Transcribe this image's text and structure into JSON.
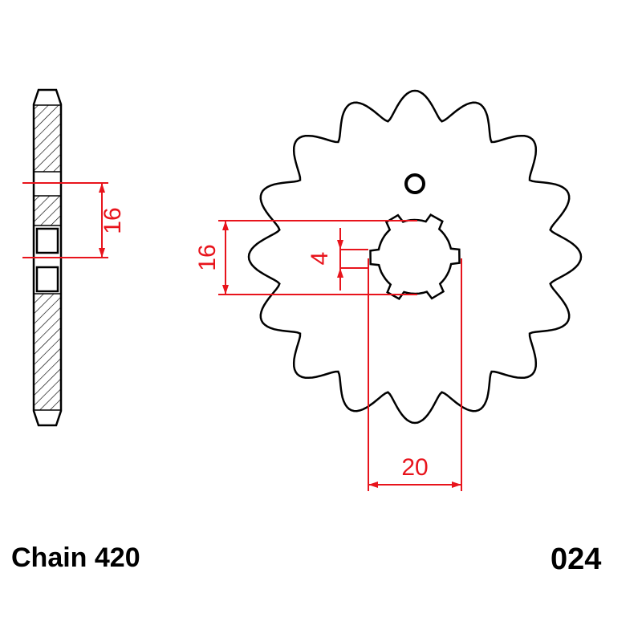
{
  "chain_label": "Chain 420",
  "part_number": "024",
  "dimensions": {
    "side_thickness": "16",
    "spline_diameter": "16",
    "spline_width": "4",
    "bore_diameter": "20"
  },
  "colors": {
    "outline": "#000000",
    "dimension": "#e8141c"
  }
}
